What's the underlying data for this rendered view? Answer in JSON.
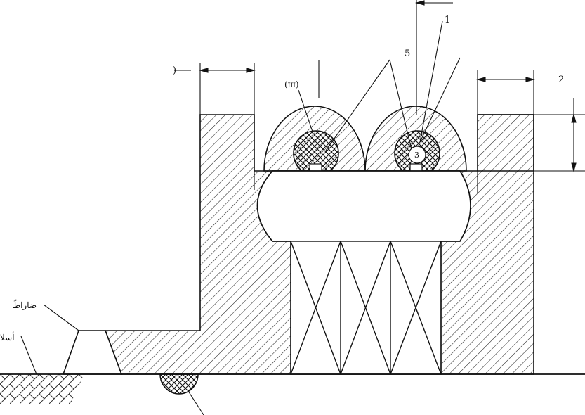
{
  "labels": {
    "callout_1": "1",
    "callout_2": "2",
    "callout_5": "5",
    "paren_left": ")",
    "paren_h": "(ш)",
    "left_label_upper": "ضاراطً",
    "left_label_lower": "أسلا",
    "bulb_number": "3"
  }
}
